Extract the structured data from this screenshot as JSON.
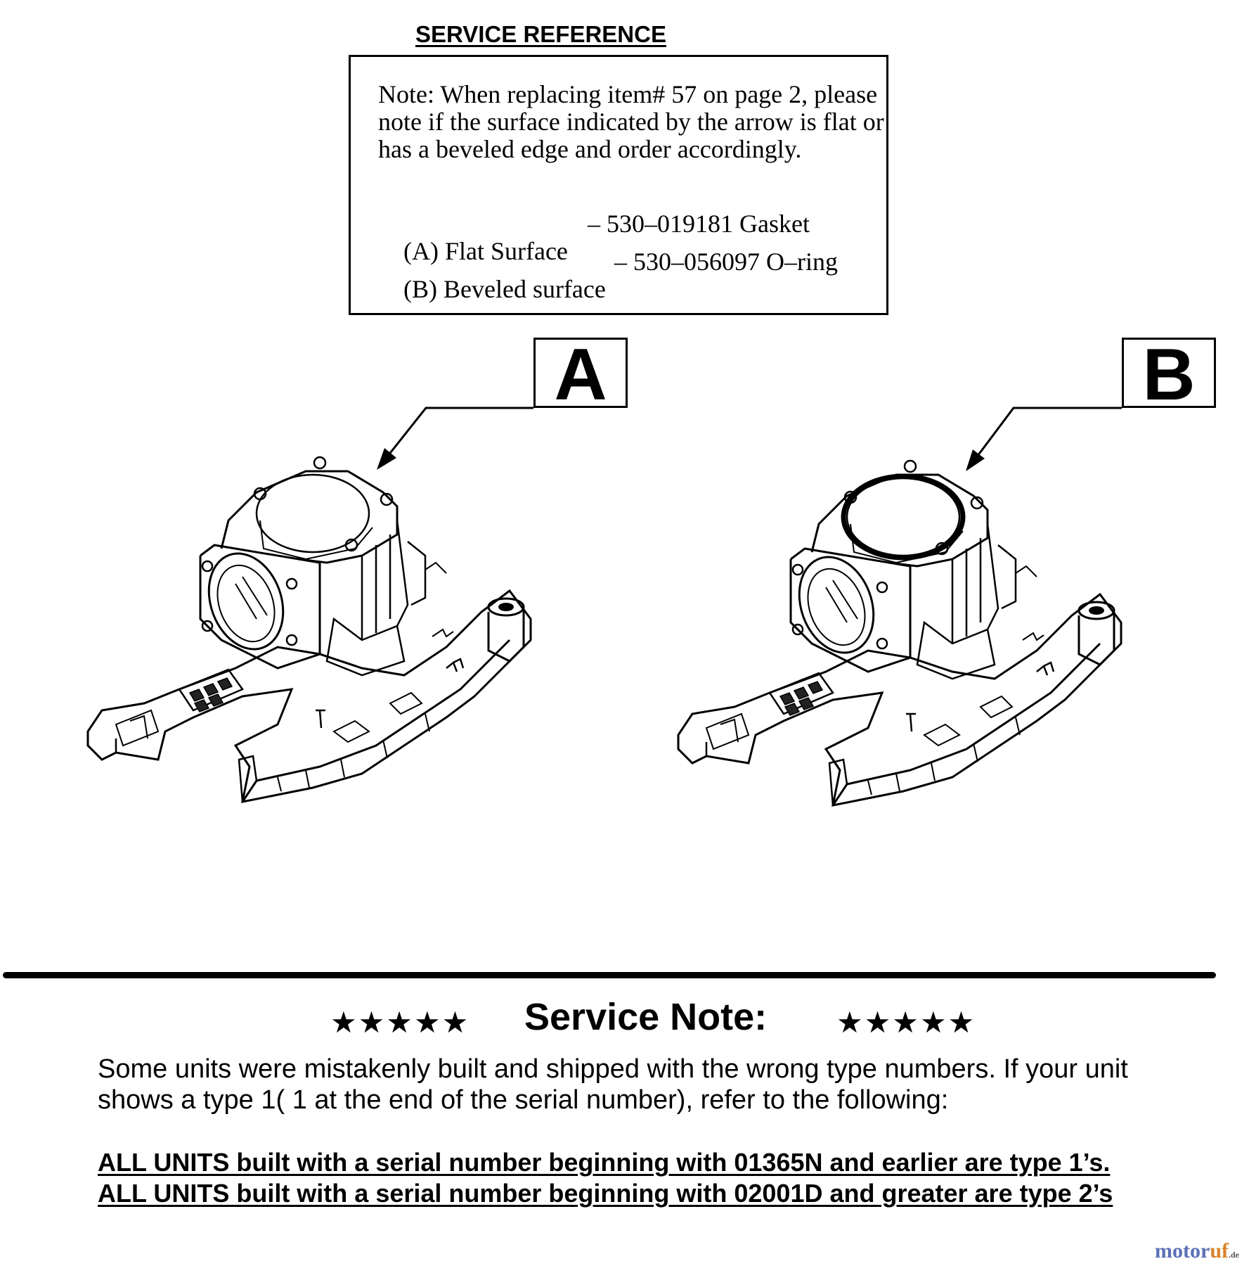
{
  "service_reference": {
    "heading": "SERVICE REFERENCE",
    "note": "Note: When replacing item# 57 on page 2, please note if the surface indicated by the arrow is flat or has a beveled edge and order accordingly.",
    "options": [
      {
        "label": "(A) Flat Surface",
        "code": "– 530–019181 Gasket"
      },
      {
        "label": "(B) Beveled surface",
        "code": "– 530–056097 O–ring"
      }
    ]
  },
  "figures": {
    "a_label": "A",
    "b_label": "B"
  },
  "service_note": {
    "stars": "★★★★★",
    "title": "Service Note:",
    "body": "Some units were mistakenly built and shipped with the wrong type numbers. If your unit shows a type 1( 1 at the end of the serial number), refer to the following:",
    "rule_1": "ALL UNITS built with a serial number beginning with 01365N and earlier are type 1’s.",
    "rule_2": "ALL UNITS built with a serial number beginning with 02001D and greater are type 2’s"
  },
  "watermark": {
    "part1": "motor",
    "part2": "uf",
    "suffix": ".de"
  }
}
